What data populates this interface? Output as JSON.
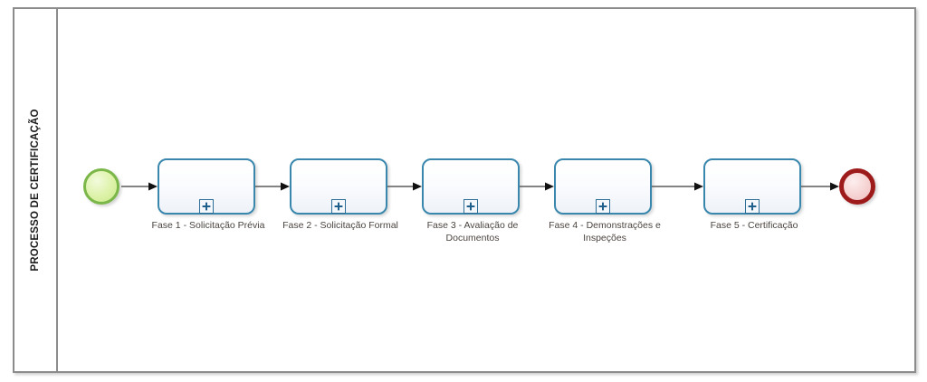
{
  "diagram": {
    "type": "bpmn-process",
    "pool": {
      "lane_label": "PROCESSO DE CERTIFICAÇÃO"
    },
    "events": {
      "start": {
        "name": "start-event",
        "type": "start",
        "color": "#7ab648"
      },
      "end": {
        "name": "end-event",
        "type": "end",
        "color": "#9e1b1b"
      }
    },
    "marker_icon": "plus-icon",
    "tasks": [
      {
        "label": "Fase 1 - Solicitação Prévia",
        "marker": "collapsed-subprocess"
      },
      {
        "label": "Fase 2 - Solicitação Formal",
        "marker": "collapsed-subprocess"
      },
      {
        "label": "Fase 3 - Avaliação de Documentos",
        "marker": "collapsed-subprocess"
      },
      {
        "label": "Fase 4 - Demonstrações e Inspeções",
        "marker": "collapsed-subprocess"
      },
      {
        "label": "Fase 5 - Certificação",
        "marker": "collapsed-subprocess"
      }
    ],
    "flows": [
      {
        "from": "start-event",
        "to": "Fase 1 - Solicitação Prévia"
      },
      {
        "from": "Fase 1 - Solicitação Prévia",
        "to": "Fase 2 - Solicitação Formal"
      },
      {
        "from": "Fase 2 - Solicitação Formal",
        "to": "Fase 3 - Avaliação de Documentos"
      },
      {
        "from": "Fase 3 - Avaliação de Documentos",
        "to": "Fase 4 - Demonstrações e Inspeções"
      },
      {
        "from": "Fase 4 - Demonstrações e Inspeções",
        "to": "Fase 5 - Certificação"
      },
      {
        "from": "Fase 5 - Certificação",
        "to": "end-event"
      }
    ],
    "colors": {
      "task_border": "#3a87ad",
      "frame_border": "#8c8c8c",
      "label_text": "#4b4440",
      "flow_line": "#5a5a5a"
    }
  }
}
